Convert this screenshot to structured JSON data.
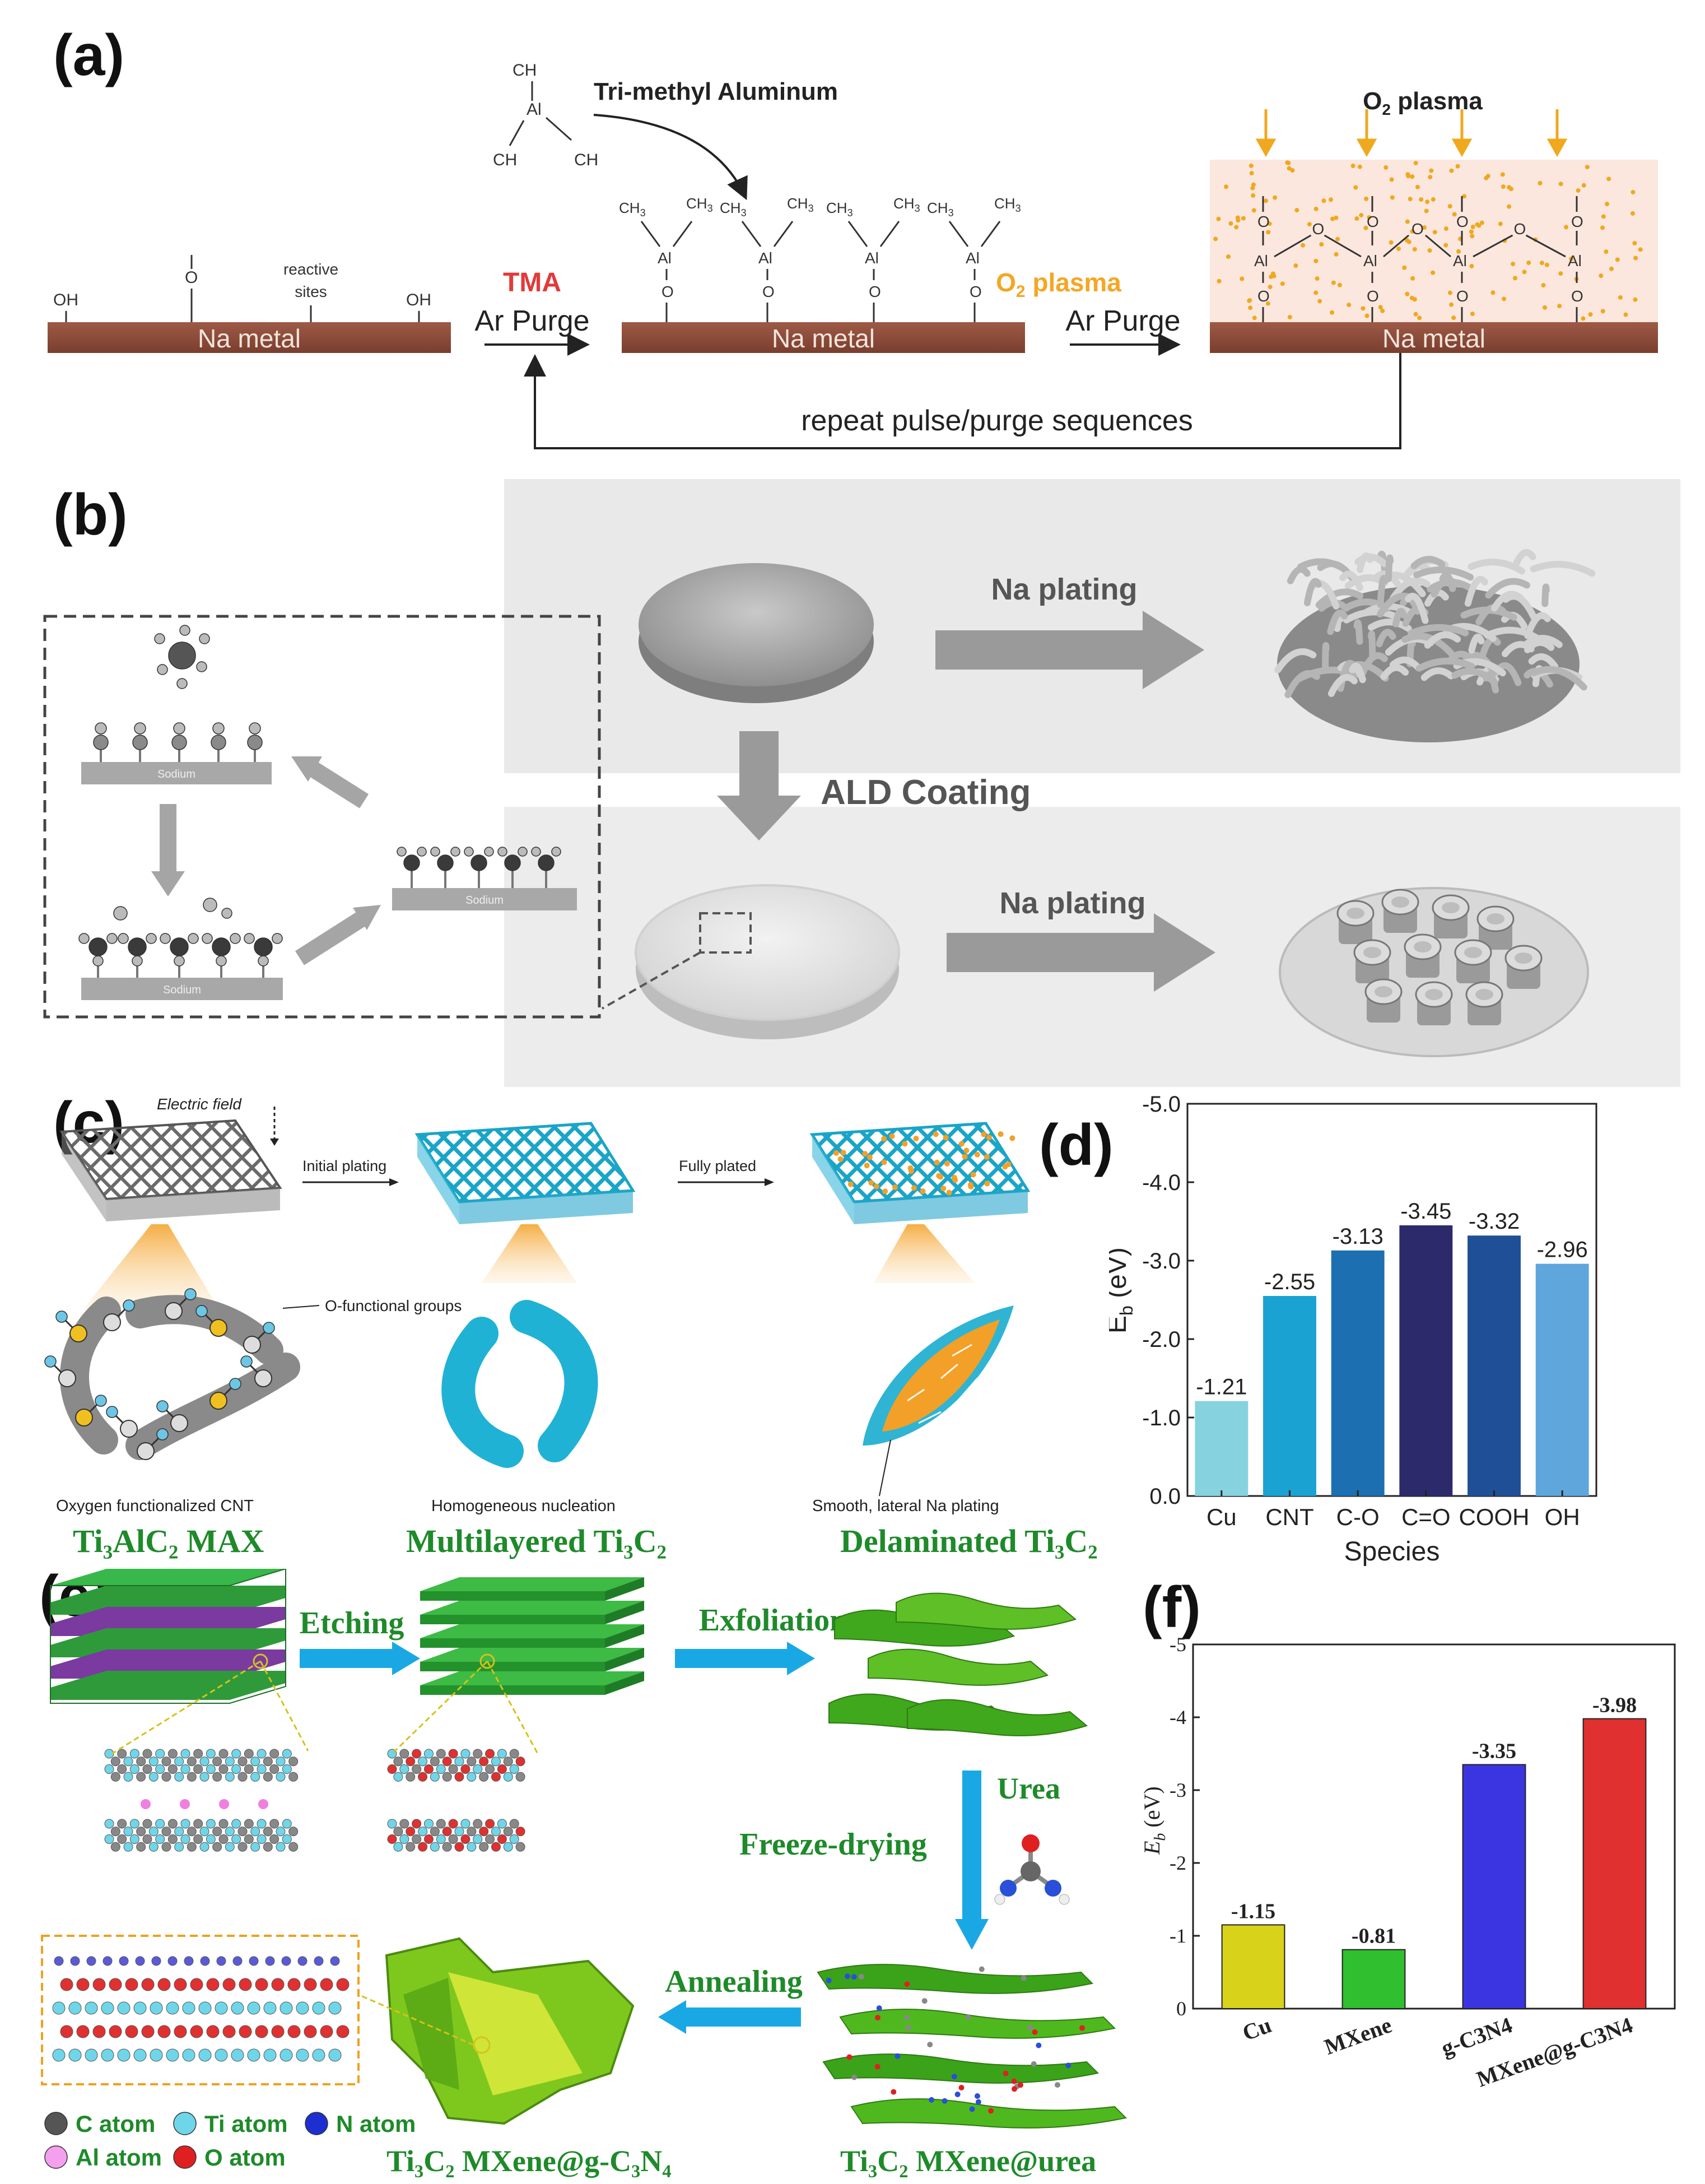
{
  "panels": {
    "a": {
      "label": "(a)",
      "tma_name": "Tri-methyl Aluminum",
      "ch3": "CH",
      "sub3": "3",
      "al": "Al",
      "o": "O",
      "oh": "OH",
      "reactive_sites": [
        "reactive",
        "sites"
      ],
      "na_metal": "Na metal",
      "step1_top": "TMA",
      "step1_bottom": "Ar Purge",
      "step2_top": "O",
      "step2_top_sub": "2",
      "step2_top_rest": " plasma",
      "step2_bottom": "Ar Purge",
      "plasma_title": "O",
      "plasma_title_sub": "2",
      "plasma_title_rest": " plasma",
      "repeat": "repeat pulse/purge sequences",
      "colors": {
        "metal": "#8b4a3a",
        "tma": "#e23a3a",
        "o2": "#f5a623",
        "plasma_bg": "#fbe7de"
      }
    },
    "b": {
      "label": "(b)",
      "na_plating_1": "Na plating",
      "na_plating_2": "Na plating",
      "ald": "ALD Coating",
      "sodium": "Sodium"
    },
    "c": {
      "label": "(c)",
      "electric_field": "Electric field",
      "initial_plating": "Initial plating",
      "fully_plated": "Fully plated",
      "o_groups": "O-functional groups",
      "cap1": "Oxygen functionalized CNT",
      "cap2": "Homogeneous nucleation",
      "cap3": "Smooth, lateral Na plating",
      "title1": "Ti₃AlC₂ MAX",
      "title2": "Multilayered Ti₃C₂",
      "title3": "Delaminated Ti₃C₂"
    },
    "d": {
      "label": "(d)"
    },
    "e": {
      "label": "(e)",
      "etching": "Etching",
      "exfoliation": "Exfoliation",
      "urea": "Urea",
      "freeze": "Freeze-drying",
      "annealing": "Annealing",
      "legend": [
        "C atom",
        "Ti atom",
        "N atom",
        "Al atom",
        "O atom"
      ],
      "bottom_left": "Ti₃C₂ MXene@g-C₃N₄",
      "bottom_right": "Ti₃C₂ MXene@urea"
    },
    "f": {
      "label": "(f)"
    }
  },
  "chart_data": [
    {
      "type": "bar",
      "panel": "d",
      "categories": [
        "Cu",
        "CNT",
        "C-O",
        "C=O",
        "COOH",
        "OH"
      ],
      "values": [
        -1.21,
        -2.55,
        -3.13,
        -3.45,
        -3.32,
        -2.96
      ],
      "value_labels": [
        "-1.21",
        "-2.55",
        "-3.13",
        "-3.45",
        "-3.32",
        "-2.96"
      ],
      "colors": [
        "#86d3df",
        "#1aa3d2",
        "#1c6fb0",
        "#2c2a6a",
        "#1f4f96",
        "#5fa6dc"
      ],
      "xlabel": "Species",
      "ylabel": "E",
      "ylabel_sub": "b",
      "ylabel_unit": " (eV)",
      "ylim": [
        0,
        -5
      ],
      "yticks": [
        "0.0",
        "-1.0",
        "-2.0",
        "-3.0",
        "-4.0",
        "-5.0"
      ]
    },
    {
      "type": "bar",
      "panel": "f",
      "categories": [
        "Cu",
        "MXene",
        "g-C3N4",
        "MXene@g-C3N4"
      ],
      "values": [
        -1.15,
        -0.81,
        -3.35,
        -3.98
      ],
      "value_labels": [
        "-1.15",
        "-0.81",
        "-3.35",
        "-3.98"
      ],
      "colors": [
        "#d9d21a",
        "#2fbf2f",
        "#3a35e0",
        "#e03030"
      ],
      "ylabel": "E",
      "ylabel_sub": "b",
      "ylabel_unit": " (eV)",
      "ylim": [
        0,
        -5
      ],
      "yticks": [
        "0",
        "-1",
        "-2",
        "-3",
        "-4",
        "-5"
      ]
    }
  ]
}
